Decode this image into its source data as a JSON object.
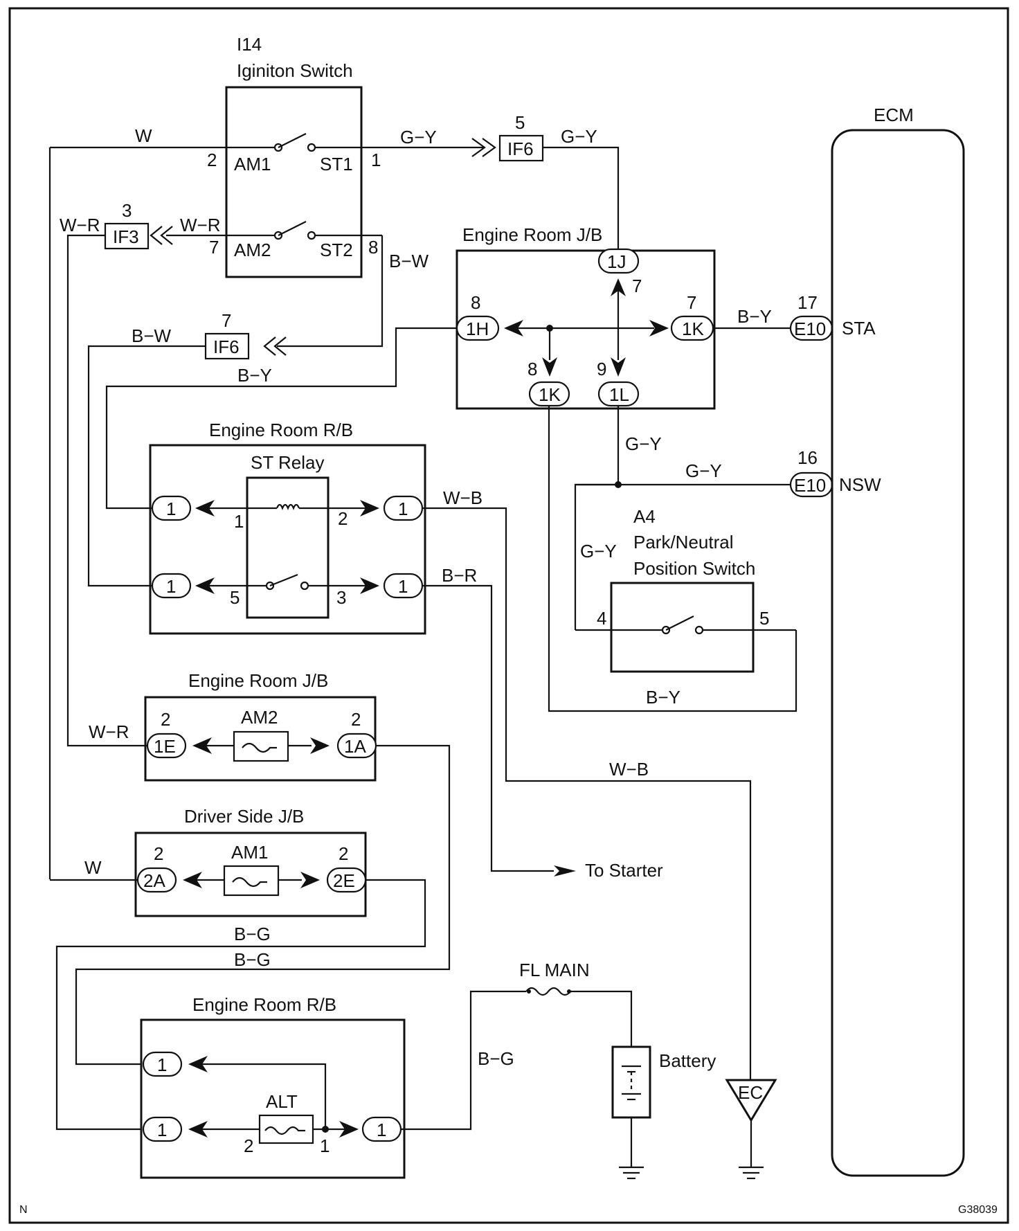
{
  "diagram": {
    "components": {
      "ignition_switch": {
        "code": "I14",
        "name": "Iginiton Switch",
        "terminals": {
          "am1": "AM1",
          "st1": "ST1",
          "am2": "AM2",
          "st2": "ST2"
        },
        "pins": {
          "am1": "2",
          "st1": "1",
          "am2": "7",
          "st2": "8"
        }
      },
      "ecm": {
        "name": "ECM",
        "terminals": {
          "sta": "STA",
          "nsw": "NSW"
        }
      },
      "engine_room_jb_top": {
        "name": "Engine Room J/B"
      },
      "engine_room_rb_top": {
        "name": "Engine Room R/B",
        "relay": "ST Relay"
      },
      "park_neutral_switch": {
        "code": "A4",
        "name_line1": "Park/Neutral",
        "name_line2": "Position Switch",
        "pins": {
          "left": "4",
          "right": "5"
        }
      },
      "engine_room_jb_mid": {
        "name": "Engine Room J/B",
        "fuse": "AM2"
      },
      "driver_side_jb": {
        "name": "Driver Side J/B",
        "fuse": "AM1"
      },
      "engine_room_rb_bottom": {
        "name": "Engine Room R/B",
        "fuse": "ALT"
      },
      "fl_main": {
        "name": "FL MAIN"
      },
      "battery": {
        "name": "Battery"
      },
      "ground_ec": {
        "name": "EC"
      },
      "to_starter": {
        "label": "To Starter"
      }
    },
    "connectors": {
      "if6_top": {
        "id": "IF6",
        "pin": "5"
      },
      "if3": {
        "id": "IF3",
        "pin": "3"
      },
      "if6_mid": {
        "id": "IF6",
        "pin": "7"
      },
      "jb_1j": {
        "id": "1J",
        "pin": "7"
      },
      "jb_1h": {
        "id": "1H",
        "pin": "8"
      },
      "jb_1k_right": {
        "id": "1K",
        "pin": "7"
      },
      "jb_1k_bottom": {
        "id": "1K",
        "pin": "8"
      },
      "jb_1l": {
        "id": "1L",
        "pin": "9"
      },
      "e10_sta": {
        "id": "E10",
        "pin": "17"
      },
      "e10_nsw": {
        "id": "E10",
        "pin": "16"
      },
      "rb_pin": "1",
      "relay_pins": {
        "p1": "1",
        "p2": "2",
        "p5": "5",
        "p3": "3"
      },
      "jb_1e": {
        "id": "1E",
        "pin": "2"
      },
      "jb_1a": {
        "id": "1A",
        "pin": "2"
      },
      "dj_2a": {
        "id": "2A",
        "pin": "2"
      },
      "dj_2e": {
        "id": "2E",
        "pin": "2"
      },
      "alt_pins": {
        "left": "2",
        "right": "1"
      }
    },
    "wires": {
      "w_top": "W",
      "gy_st1": "G−Y",
      "gy_if6": "G−Y",
      "wr_left": "W−R",
      "wr_right": "W−R",
      "bw_st2": "B−W",
      "bw_if6": "B−W",
      "by_1h": "B−Y",
      "by_sta": "B−Y",
      "gy_1l": "G−Y",
      "gy_nsw": "G−Y",
      "gy_pn": "G−Y",
      "wb_relay": "W−B",
      "br_relay": "B−R",
      "by_pn": "B−Y",
      "wr_1e": "W−R",
      "wb_ground": "W−B",
      "w_2a": "W",
      "bg_upper": "B−G",
      "bg_lower": "B−G",
      "bg_fl": "B−G"
    },
    "corner_left": "N",
    "figure_code": "G38039"
  }
}
